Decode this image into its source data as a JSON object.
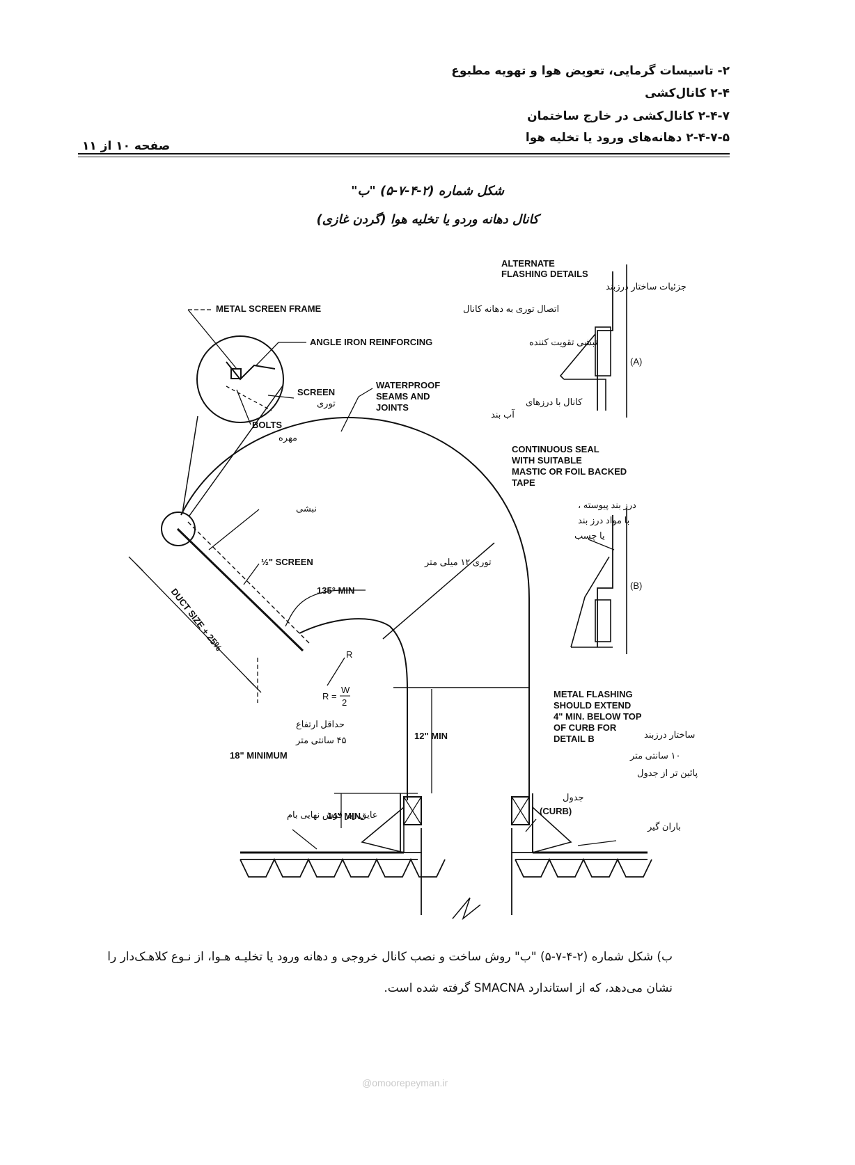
{
  "header": {
    "line1": "۲- تاسیسات گرمایی، تعویض هوا و تهویه مطبوع",
    "line2": "۲-۴ کانال‌کشی",
    "line3": "۲-۴-۷ کانال‌کشی در خارج ساختمان",
    "line4": "۲-۴-۷-۵ دهانه‌های ورود یا تخلیه هوا",
    "page": "صفحه ۱۰ از ۱۱"
  },
  "figure": {
    "title": "شکل شماره (۲-۴-۷-۵) \"ب\"",
    "subtitle": "کانال دهانه وردو یا تخلیه هوا (گردن غازی)"
  },
  "labels": {
    "alternate_1": "ALTERNATE",
    "alternate_2": "FLASHING DETAILS",
    "alternate_fa": "جزئیات ساختار درزبند",
    "metal_screen_frame": "METAL SCREEN FRAME",
    "metal_screen_frame_fa": "اتصال توری به دهانه کانال",
    "angle_iron": "ANGLE IRON REINFORCING",
    "angle_iron_fa": "نبشی تقویت کننده",
    "detail_a": "(A)",
    "screen": "SCREEN",
    "screen_fa": "توری",
    "waterproof_1": "WATERPROOF",
    "waterproof_2": "SEAMS AND",
    "waterproof_3": "JOINTS",
    "waterproof_fa_1": "کانال با درزهای",
    "waterproof_fa_2": "آب بند",
    "bolts": "BOLTS",
    "bolts_fa": "مهره",
    "seal_1": "CONTINUOUS SEAL",
    "seal_2": "WITH SUITABLE",
    "seal_3": "MASTIC OR FOIL BACKED",
    "seal_4": "TAPE",
    "seal_fa_1": "درز بند پیوسته ،",
    "seal_fa_2": "با مواد درز بند",
    "seal_fa_3": "یا چسب",
    "angle_fa": "نبشی",
    "half_screen": "½\" SCREEN",
    "half_screen_fa": "توری ۱۲ میلی متر",
    "detail_b": "(B)",
    "min135": "135° MIN",
    "duct_size": "DUCT SIZE + 25%",
    "r": "R",
    "r_eq": "R =",
    "w": "W",
    "two": "2",
    "metal_flash_1": "METAL FLASHING",
    "metal_flash_2": "SHOULD EXTEND",
    "metal_flash_3": "4\" MIN. BELOW TOP",
    "metal_flash_4": "OF CURB FOR",
    "metal_flash_5": "DETAIL B",
    "metal_flash_fa_1": "ساختار درزبند",
    "metal_flash_fa_2": "۱۰ سانتی متر",
    "metal_flash_fa_3": "پائین تر از جدول",
    "min_height_fa_1": "حداقل ارتفاع",
    "min_height_fa_2": "۴۵ سانتی متر",
    "min_height": "18\" MINIMUM",
    "min12": "12\" MIN",
    "min14": "14\" MIN.",
    "insulation_fa": "عایق زیر فرش نهایی بام",
    "curb_fa": "جدول",
    "curb": "(CURB)",
    "rain_fa": "باران گیر"
  },
  "paragraph": {
    "line1": "ب)   شکل شماره (۲-۴-۷-۵) \"ب\" روش ساخت و نصب کانال خروجی و دهانه ورود یا تخلیـه هـوا، از نـوع کلاهـک‌دار را",
    "line2": "نشان می‌دهد، که از استاندارد SMACNA گرفته شده است."
  },
  "watermark": "@omoorepeyman.ir"
}
